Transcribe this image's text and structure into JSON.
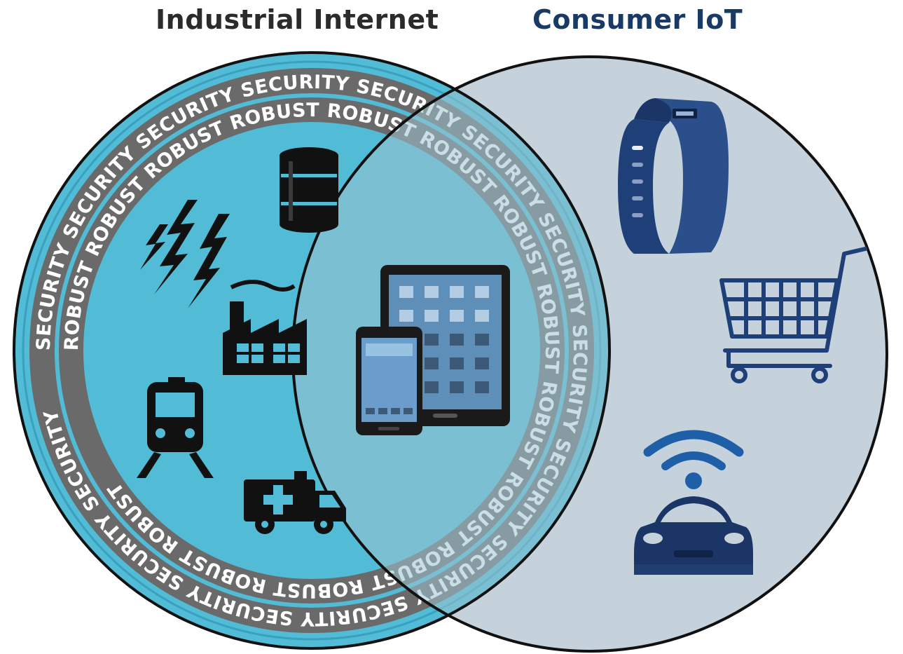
{
  "titles": {
    "industrial": "Industrial Internet",
    "consumer": "Consumer IoT"
  },
  "rings": {
    "outer_word": "SECURITY",
    "inner_word": "ROBUST"
  },
  "colors": {
    "industrial_fill": "#52bcd6",
    "consumer_fill": "#c5d2dc",
    "overlap_fill": "#7aaabd",
    "ring_band": "#6a6a6a",
    "icon_dark": "#111111",
    "icon_blue": "#1e3f78"
  },
  "icons": {
    "industrial": [
      "oil-barrel-icon",
      "lightning-icon",
      "factory-icon",
      "train-icon",
      "ambulance-icon"
    ],
    "shared": [
      "tablet-phone-icon"
    ],
    "consumer": [
      "fitness-band-icon",
      "shopping-cart-icon",
      "connected-car-icon"
    ]
  }
}
